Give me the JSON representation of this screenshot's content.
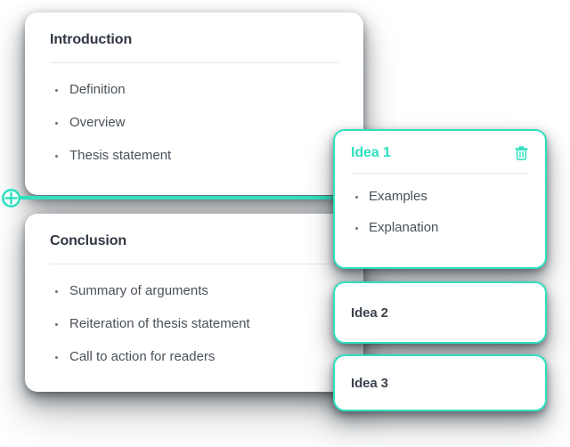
{
  "theme": {
    "accent": "#2ee0bf",
    "card_bg": "#ffffff",
    "title_color": "#2f3740",
    "body_text_color": "#4a5159",
    "divider_color": "#e4e9ef",
    "page_bg": "#ffffff"
  },
  "outline_cards": [
    {
      "id": "introduction",
      "title": "Introduction",
      "bullets": [
        "Definition",
        "Overview",
        "Thesis statement"
      ]
    },
    {
      "id": "conclusion",
      "title": "Conclusion",
      "bullets": [
        "Summary of arguments",
        "Reiteration of thesis statement",
        "Call to action for readers"
      ]
    }
  ],
  "idea_cards": [
    {
      "id": "idea-1",
      "title": "Idea 1",
      "expanded": true,
      "delete_icon": "trash-icon",
      "bullets": [
        "Examples",
        "Explanation"
      ]
    },
    {
      "id": "idea-2",
      "title": "Idea 2",
      "expanded": false,
      "bullets": []
    },
    {
      "id": "idea-3",
      "title": "Idea 3",
      "expanded": false,
      "bullets": []
    }
  ],
  "connector": {
    "handle_icon": "add-node-handle-icon",
    "line_color": "#2ee0bf"
  }
}
